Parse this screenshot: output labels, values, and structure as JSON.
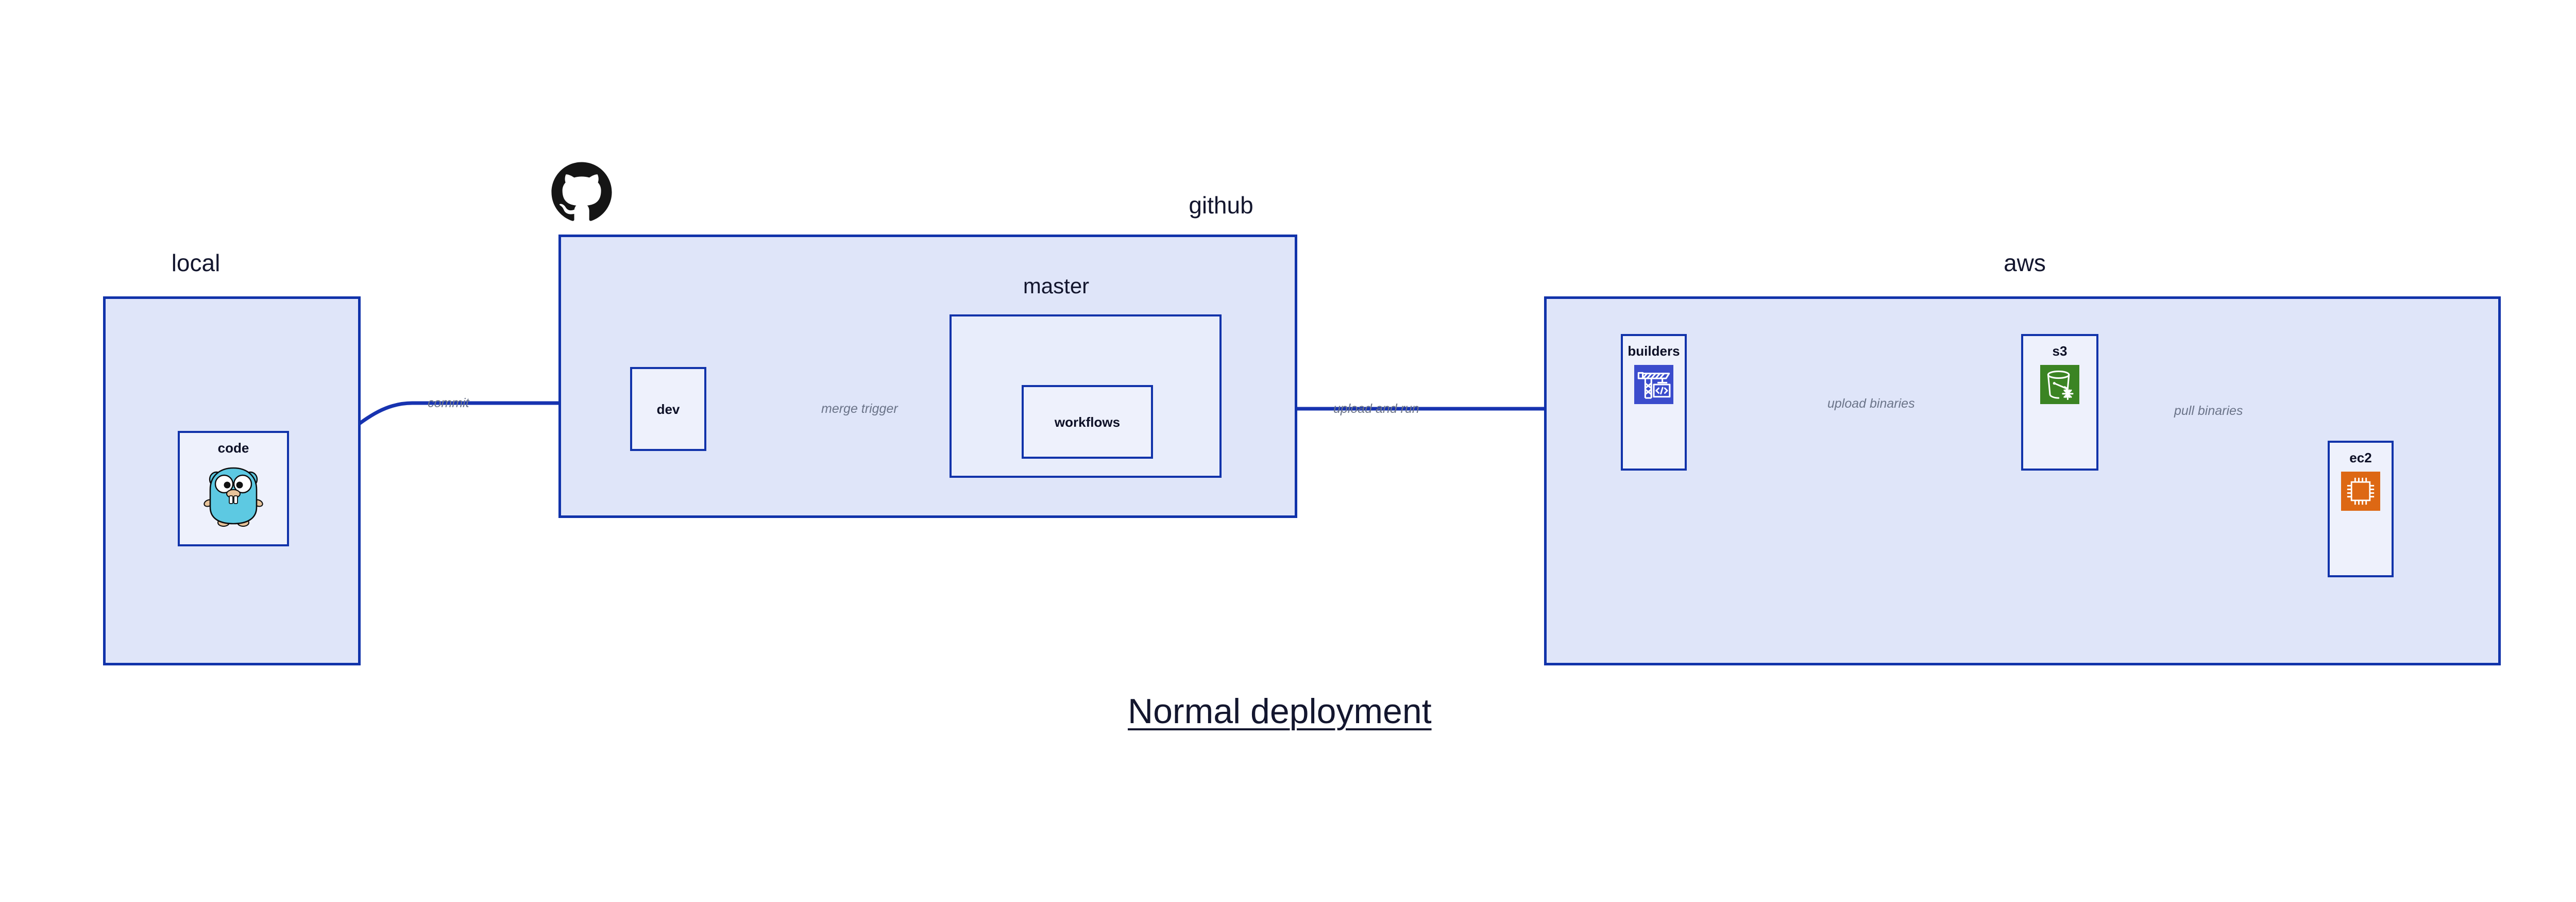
{
  "diagram": {
    "title": "Normal deployment",
    "colors": {
      "container_fill": "#dfe5f9",
      "sub_container_fill": "#e8edfb",
      "node_fill": "#eef1fc",
      "border_blue": "#1133aa",
      "edge_blue": "#1733b0",
      "label_grey": "#6b7489",
      "text_navy": "#13162e",
      "builders_icon_bg": "#3b4ccc",
      "s3_icon_bg": "#3b8423",
      "ec2_icon_bg": "#dd6814",
      "gopher_body": "#5dc9e2",
      "github_black": "#151515"
    }
  },
  "groups": [
    {
      "id": "local",
      "label": "local"
    },
    {
      "id": "github",
      "label": "github"
    },
    {
      "id": "aws",
      "label": "aws"
    }
  ],
  "subgroups": [
    {
      "id": "master",
      "label": "master"
    }
  ],
  "nodes": [
    {
      "id": "code",
      "label": "code",
      "icon": "go-gopher-icon",
      "group": "local"
    },
    {
      "id": "dev",
      "label": "dev",
      "icon": null,
      "group": "github"
    },
    {
      "id": "workflows",
      "label": "workflows",
      "icon": null,
      "group": "master"
    },
    {
      "id": "builders",
      "label": "builders",
      "icon": "crane-code-icon",
      "group": "aws"
    },
    {
      "id": "s3",
      "label": "s3",
      "icon": "s3-bucket-icon",
      "group": "aws"
    },
    {
      "id": "ec2",
      "label": "ec2",
      "icon": "cpu-chip-icon",
      "group": "aws"
    }
  ],
  "edges": [
    {
      "id": "commit",
      "label": "commit",
      "from": "code",
      "to": "dev"
    },
    {
      "id": "merge-trigger",
      "label": "merge trigger",
      "from": "dev",
      "to": "workflows"
    },
    {
      "id": "upload-and-run",
      "label": "upload and run",
      "from": "workflows",
      "to": "builders"
    },
    {
      "id": "upload-binaries",
      "label": "upload binaries",
      "from": "builders",
      "to": "s3"
    },
    {
      "id": "pull-binaries",
      "label": "pull binaries",
      "from": "s3",
      "to": "ec2"
    }
  ],
  "logos": [
    {
      "id": "github-logo",
      "name": "github-octocat-icon"
    }
  ]
}
